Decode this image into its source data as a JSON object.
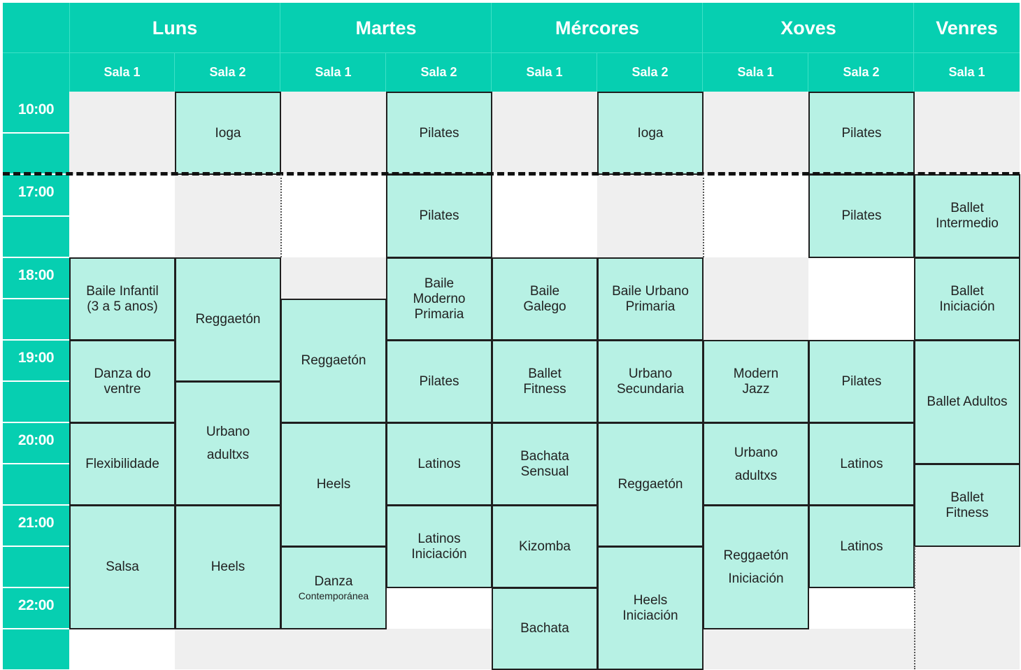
{
  "days": [
    "Luns",
    "Martes",
    "Mércores",
    "Xoves",
    "Venres"
  ],
  "rooms": [
    "Sala 1",
    "Sala 2",
    "Sala 1",
    "Sala 2",
    "Sala 1",
    "Sala 2",
    "Sala 1",
    "Sala 2",
    "Sala 1"
  ],
  "times": [
    "10:00",
    "17:00",
    "18:00",
    "19:00",
    "20:00",
    "21:00",
    "22:00"
  ],
  "classes": [
    {
      "id": "luns-s2-ioga",
      "lines": [
        "Ioga"
      ]
    },
    {
      "id": "martes-s2-pilates-am",
      "lines": [
        "Pilates"
      ]
    },
    {
      "id": "mercores-s2-ioga",
      "lines": [
        "Ioga"
      ]
    },
    {
      "id": "xoves-s2-pilates-am",
      "lines": [
        "Pilates"
      ]
    },
    {
      "id": "martes-s2-pilates-1700",
      "lines": [
        "Pilates"
      ]
    },
    {
      "id": "xoves-s2-pilates-1700",
      "lines": [
        "Pilates"
      ]
    },
    {
      "id": "venres-s1-ballet-intermedio",
      "lines": [
        "Ballet",
        "Intermedio"
      ]
    },
    {
      "id": "luns-s1-baile-infantil",
      "lines": [
        "Baile Infantil",
        "(3 a 5 anos)"
      ]
    },
    {
      "id": "luns-s2-reggaeton",
      "lines": [
        "Reggaetón"
      ]
    },
    {
      "id": "martes-s2-baile-moderno",
      "lines": [
        "Baile",
        "Moderno",
        "Primaria"
      ]
    },
    {
      "id": "mercores-s1-baile-galego",
      "lines": [
        "Baile",
        "Galego"
      ]
    },
    {
      "id": "mercores-s2-baile-urbano",
      "lines": [
        "Baile Urbano",
        "Primaria"
      ]
    },
    {
      "id": "venres-s1-ballet-iniciacion",
      "lines": [
        "Ballet",
        "Iniciación"
      ]
    },
    {
      "id": "martes-s1-reggaeton",
      "lines": [
        "Reggaetón"
      ]
    },
    {
      "id": "luns-s1-danza-ventre",
      "lines": [
        "Danza do",
        "ventre"
      ]
    },
    {
      "id": "martes-s2-pilates-1900",
      "lines": [
        "Pilates"
      ]
    },
    {
      "id": "mercores-s1-ballet-fitness",
      "lines": [
        "Ballet",
        "Fitness"
      ]
    },
    {
      "id": "mercores-s2-urbano-secundaria",
      "lines": [
        "Urbano",
        "Secundaria"
      ]
    },
    {
      "id": "xoves-s1-modern-jazz",
      "lines": [
        "Modern",
        "Jazz"
      ]
    },
    {
      "id": "xoves-s2-pilates-1900",
      "lines": [
        "Pilates"
      ]
    },
    {
      "id": "venres-s1-ballet-adultos",
      "lines": [
        "Ballet Adultos"
      ]
    },
    {
      "id": "luns-s2-urbano-adultxs",
      "lines": [
        "Urbano",
        "adultxs"
      ]
    },
    {
      "id": "luns-s1-flexibilidade",
      "lines": [
        "Flexibilidade"
      ]
    },
    {
      "id": "martes-s1-heels",
      "lines": [
        "Heels"
      ]
    },
    {
      "id": "martes-s2-latinos",
      "lines": [
        "Latinos"
      ]
    },
    {
      "id": "mercores-s1-bachata-sensual",
      "lines": [
        "Bachata",
        "Sensual"
      ]
    },
    {
      "id": "mercores-s2-reggaeton",
      "lines": [
        "Reggaetón"
      ]
    },
    {
      "id": "xoves-s1-urbano-adultxs",
      "lines": [
        "Urbano",
        "adultxs"
      ]
    },
    {
      "id": "xoves-s2-latinos-2000",
      "lines": [
        "Latinos"
      ]
    },
    {
      "id": "venres-s1-ballet-fitness",
      "lines": [
        "Ballet",
        "Fitness"
      ]
    },
    {
      "id": "luns-s1-salsa",
      "lines": [
        "Salsa"
      ]
    },
    {
      "id": "luns-s2-heels",
      "lines": [
        "Heels"
      ]
    },
    {
      "id": "martes-s2-latinos-iniciacion",
      "lines": [
        "Latinos",
        "Iniciación"
      ]
    },
    {
      "id": "mercores-s1-kizomba",
      "lines": [
        "Kizomba"
      ]
    },
    {
      "id": "xoves-s1-reggaeton-iniciacion",
      "lines": [
        "Reggaetón",
        "Iniciación"
      ]
    },
    {
      "id": "xoves-s2-latinos-2100",
      "lines": [
        "Latinos"
      ]
    },
    {
      "id": "martes-s1-danza-contemporanea",
      "lines": [
        "Danza",
        "Contemporánea"
      ]
    },
    {
      "id": "mercores-s2-heels-iniciacion",
      "lines": [
        "Heels",
        "Iniciación"
      ]
    },
    {
      "id": "mercores-s1-bachata",
      "lines": [
        "Bachata"
      ]
    }
  ],
  "colors": {
    "header_teal": "#06cfb1",
    "class_mint": "#b7f1e4",
    "empty_grey": "#efefef",
    "border": "#1f1f1f"
  }
}
